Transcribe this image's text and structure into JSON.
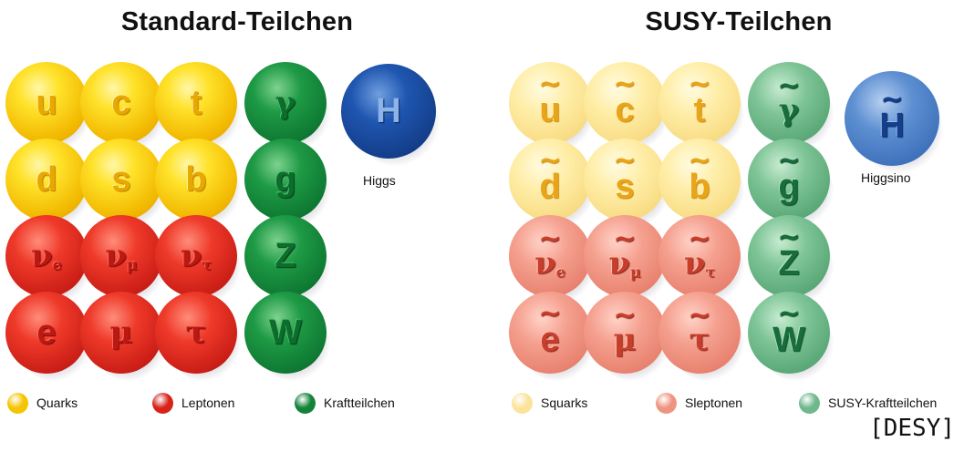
{
  "left_panel": {
    "title": "Standard-Teilchen",
    "higgs": {
      "symbol": "H",
      "caption": "Higgs"
    },
    "rows": [
      [
        {
          "s": "u",
          "c": "yellow"
        },
        {
          "s": "c",
          "c": "yellow"
        },
        {
          "s": "t",
          "c": "yellow"
        },
        {
          "s": "γ",
          "c": "green",
          "serif": true
        }
      ],
      [
        {
          "s": "d",
          "c": "yellow"
        },
        {
          "s": "s",
          "c": "yellow"
        },
        {
          "s": "b",
          "c": "yellow"
        },
        {
          "s": "g",
          "c": "green"
        }
      ],
      [
        {
          "s": "ν",
          "sub": "e",
          "c": "red",
          "serif": true
        },
        {
          "s": "ν",
          "sub": "μ",
          "c": "red",
          "serif": true
        },
        {
          "s": "ν",
          "sub": "τ",
          "c": "red",
          "serif": true
        },
        {
          "s": "Z",
          "c": "green"
        }
      ],
      [
        {
          "s": "e",
          "c": "red"
        },
        {
          "s": "μ",
          "c": "red",
          "serif": true
        },
        {
          "s": "τ",
          "c": "red",
          "serif": true
        },
        {
          "s": "W",
          "c": "green"
        }
      ]
    ],
    "legend": [
      {
        "label": "Quarks",
        "color": "#f5c400"
      },
      {
        "label": "Leptonen",
        "color": "#d8231a"
      },
      {
        "label": "Kraftteilchen",
        "color": "#13833a"
      }
    ]
  },
  "right_panel": {
    "title": "SUSY-Teilchen",
    "tilde": "~",
    "higgs": {
      "symbol": "H",
      "caption": "Higgsino"
    },
    "rows": [
      [
        {
          "s": "u",
          "c": "lyellow"
        },
        {
          "s": "c",
          "c": "lyellow"
        },
        {
          "s": "t",
          "c": "lyellow"
        },
        {
          "s": "γ",
          "c": "lgreen",
          "serif": true
        }
      ],
      [
        {
          "s": "d",
          "c": "lyellow"
        },
        {
          "s": "s",
          "c": "lyellow"
        },
        {
          "s": "b",
          "c": "lyellow"
        },
        {
          "s": "g",
          "c": "lgreen"
        }
      ],
      [
        {
          "s": "ν",
          "sub": "e",
          "c": "lred",
          "serif": true
        },
        {
          "s": "ν",
          "sub": "μ",
          "c": "lred",
          "serif": true
        },
        {
          "s": "ν",
          "sub": "τ",
          "c": "lred",
          "serif": true
        },
        {
          "s": "Z",
          "c": "lgreen"
        }
      ],
      [
        {
          "s": "e",
          "c": "lred"
        },
        {
          "s": "μ",
          "c": "lred",
          "serif": true
        },
        {
          "s": "τ",
          "c": "lred",
          "serif": true
        },
        {
          "s": "W",
          "c": "lgreen"
        }
      ]
    ],
    "legend": [
      {
        "label": "Squarks",
        "color": "#fbe39a"
      },
      {
        "label": "Sleptonen",
        "color": "#ef9481"
      },
      {
        "label": "SUSY-Kraftteilchen",
        "color": "#6fb88b"
      }
    ]
  },
  "credit": "[DESY]"
}
